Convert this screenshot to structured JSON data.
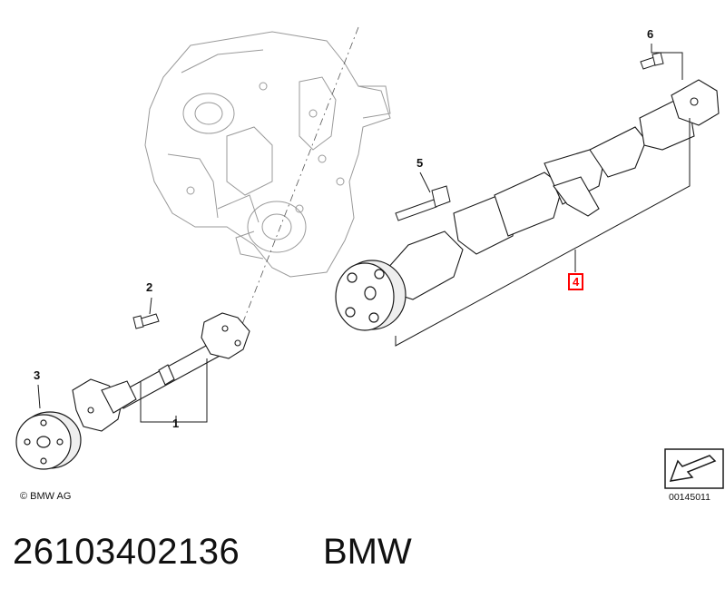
{
  "callouts": {
    "c1": "1",
    "c2": "2",
    "c3": "3",
    "c4": "4",
    "c5": "5",
    "c6": "6"
  },
  "copyright": "© BMW AG",
  "diagram_number": "00145011",
  "part_number": "26103402136",
  "brand": "BMW",
  "colors": {
    "highlight": "#ff0000",
    "line": "#1a1a1a",
    "ghost": "#9a9a9a"
  }
}
